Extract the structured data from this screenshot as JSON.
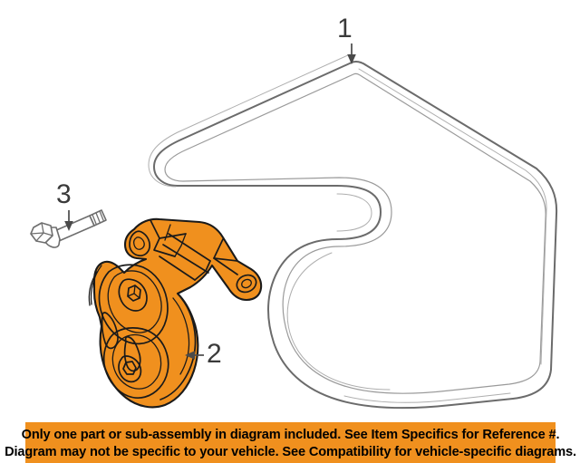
{
  "diagram": {
    "type": "automotive-parts-exploded-diagram",
    "subject": "Serpentine drive belt and belt tensioner assembly",
    "background_color": "#FFFFFF",
    "highlight_color": "#F0901E",
    "outline_color": "#1A1A1A",
    "line_color": "#6E6E6E",
    "callouts": [
      {
        "number": "1",
        "part": "serpentine-drive-belt",
        "highlighted": false,
        "arrow_direction": "down"
      },
      {
        "number": "2",
        "part": "drive-belt-tensioner-assembly",
        "highlighted": true,
        "arrow_direction": "left"
      },
      {
        "number": "3",
        "part": "tensioner-mounting-bolt",
        "highlighted": false,
        "arrow_direction": "down"
      }
    ]
  },
  "disclaimer": {
    "line1": "Only one part or sub-assembly in diagram included. See Item Specifics for Reference #.",
    "line2": "Diagram may not be specific to your vehicle. See Compatibility for vehicle-specific diagrams.",
    "background_color": "#F0901E",
    "text_color": "#000000"
  }
}
